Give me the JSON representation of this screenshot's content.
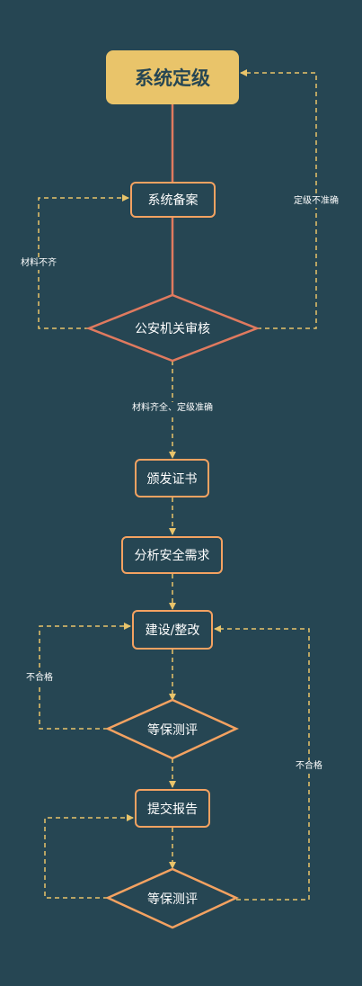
{
  "colors": {
    "background": "#264653",
    "start_fill": "#E9C46A",
    "node_stroke": "#F4A261",
    "review_stroke": "#E07A5F",
    "solid_line": "#E07A5F",
    "dashed_line": "#E9C46A",
    "text": "#FFFFFF"
  },
  "nodes": {
    "grading": "系统定级",
    "filing": "系统备案",
    "review": "公安机关审核",
    "certificate": "颁发证书",
    "analysis": "分析安全需求",
    "build": "建设/整改",
    "assessment1": "等保测评",
    "report": "提交报告",
    "assessment2": "等保测评"
  },
  "edges": {
    "incomplete_materials": "材料不齐",
    "inaccurate_grading": "定级不准确",
    "approved": "材料齐全、定级准确",
    "fail1": "不合格",
    "fail2": "不合格"
  }
}
